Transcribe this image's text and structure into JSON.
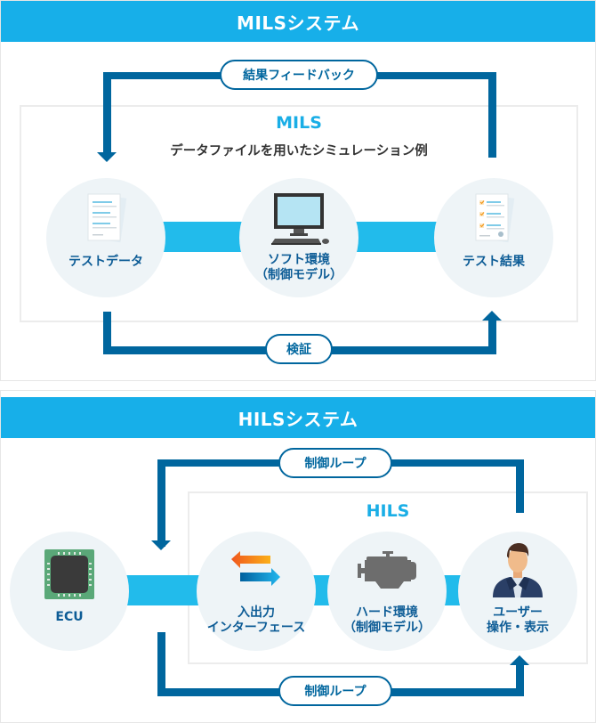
{
  "mils": {
    "banner_title": "MILSシステム",
    "box_title": "MILS",
    "box_subtitle": "データファイルを用いたシミュレーション例",
    "feedback_label": "結果フィードバック",
    "verify_label": "検証",
    "nodes": [
      {
        "label_line1": "テストデータ",
        "label_line2": "",
        "icon": "document-icon"
      },
      {
        "label_line1": "ソフト環境",
        "label_line2": "（制御モデル）",
        "icon": "desktop-computer-icon"
      },
      {
        "label_line1": "テスト結果",
        "label_line2": "",
        "icon": "checklist-document-icon"
      }
    ]
  },
  "hils": {
    "banner_title": "HILSシステム",
    "box_title": "HILS",
    "loop_top_label": "制御ループ",
    "loop_bottom_label": "制御ループ",
    "nodes": [
      {
        "label_line1": "ECU",
        "label_line2": "",
        "icon": "chip-icon"
      },
      {
        "label_line1": "入出力",
        "label_line2": "インターフェース",
        "icon": "io-arrows-icon"
      },
      {
        "label_line1": "ハード環境",
        "label_line2": "（制御モデル）",
        "icon": "engine-icon"
      },
      {
        "label_line1": "ユーザー",
        "label_line2": "操作・表示",
        "icon": "user-icon"
      }
    ]
  },
  "colors": {
    "banner": "#17afe9",
    "loop": "#00669e",
    "connector": "#22bbeb",
    "node_bg": "#eef4f7",
    "label": "#0d5c96",
    "box_title": "#1aaee6"
  }
}
